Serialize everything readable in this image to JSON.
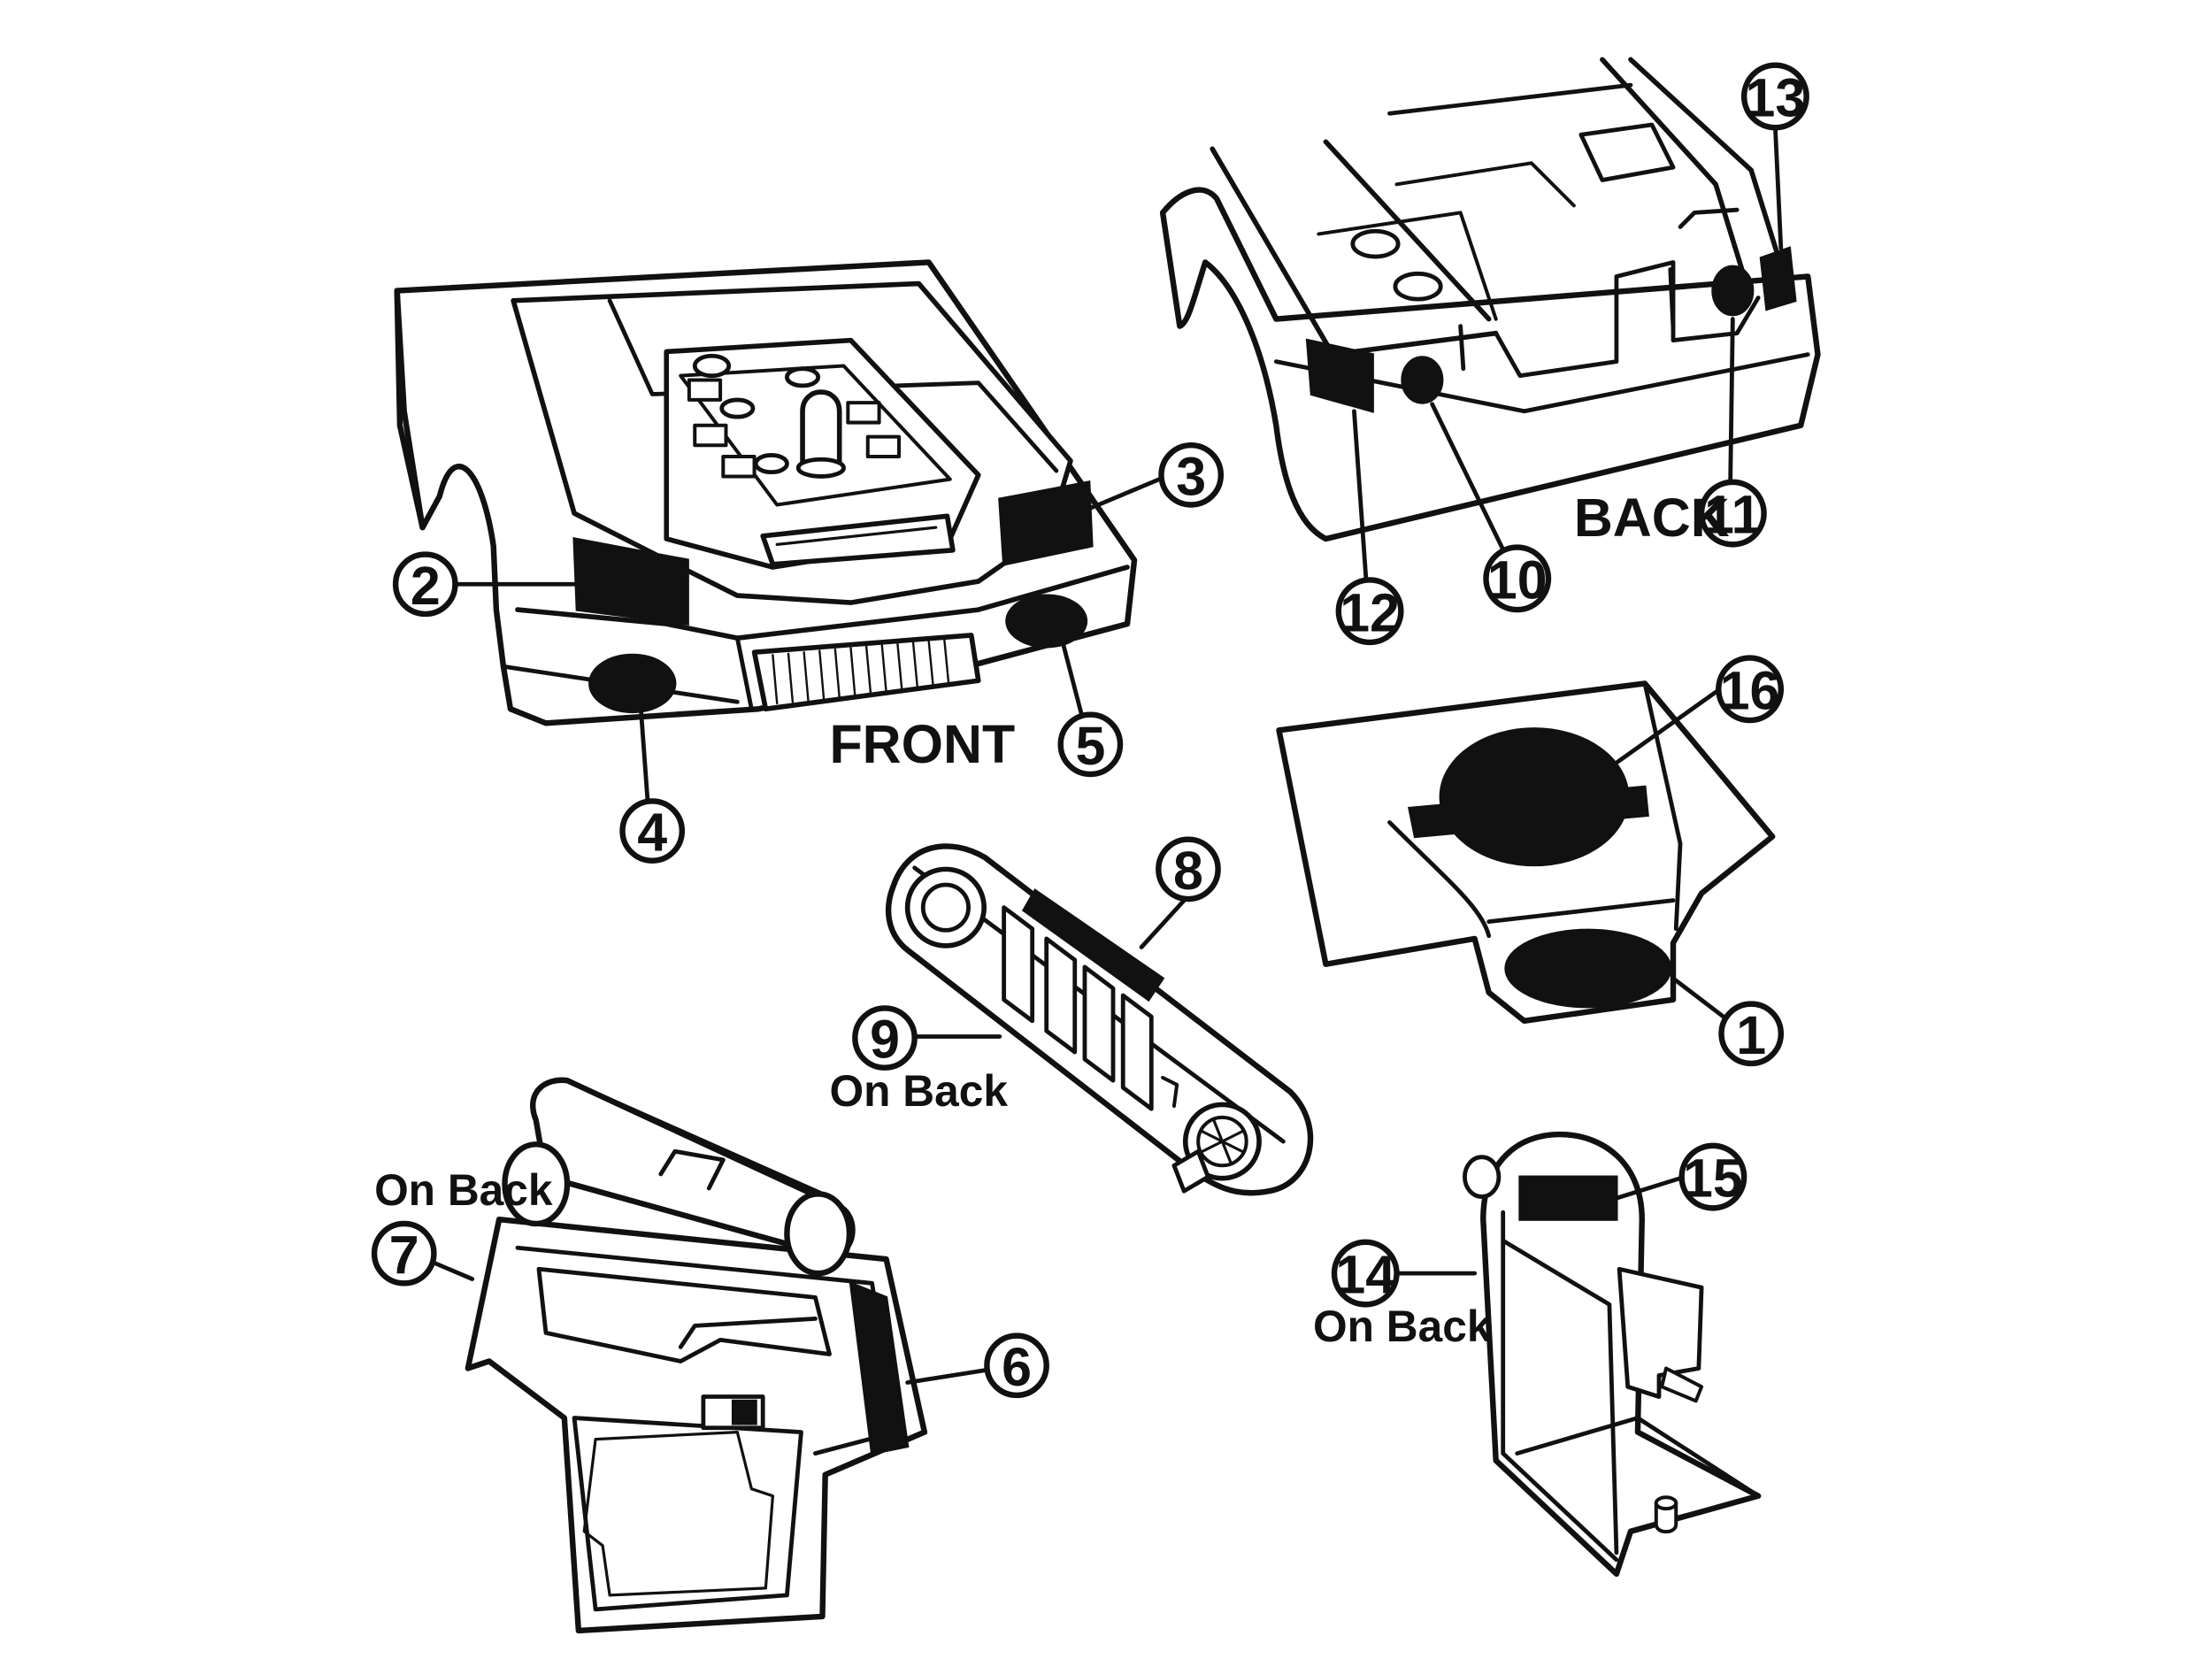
{
  "labels": {
    "front": "FRONT",
    "back": "BACK",
    "on_back": "On Back"
  },
  "callouts": [
    "1",
    "2",
    "3",
    "4",
    "5",
    "6",
    "7",
    "8",
    "9",
    "10",
    "11",
    "12",
    "13",
    "14",
    "15",
    "16"
  ]
}
